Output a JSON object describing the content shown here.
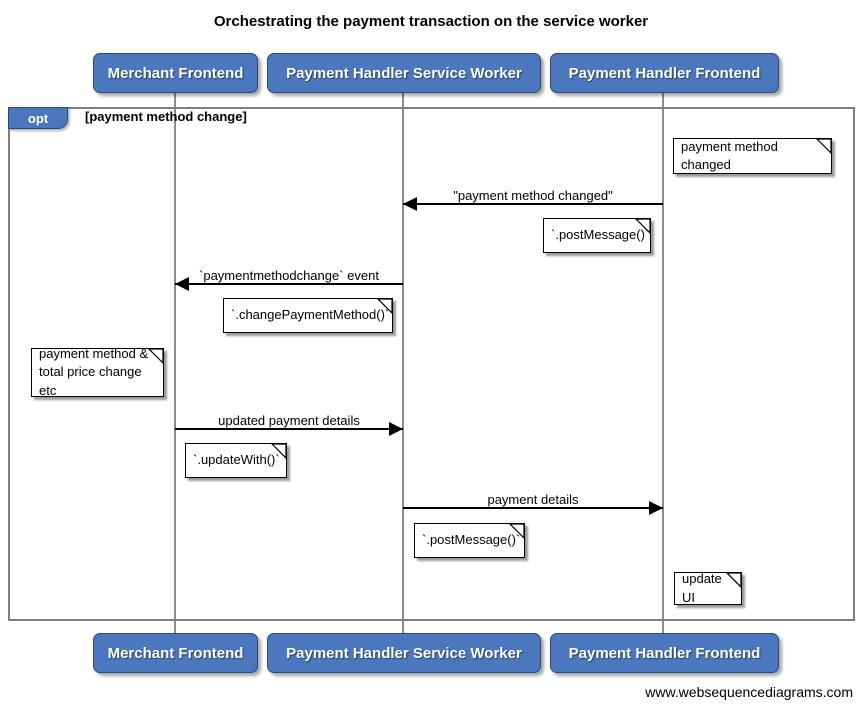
{
  "title": "Orchestrating the payment transaction on the service worker",
  "actors": [
    {
      "label": "Merchant Frontend"
    },
    {
      "label": "Payment Handler Service Worker"
    },
    {
      "label": "Payment Handler Frontend"
    }
  ],
  "fragment": {
    "operator": "opt",
    "condition": "[payment method change]"
  },
  "messages": [
    {
      "label": "\"payment method changed\"",
      "from": 2,
      "to": 1,
      "direction": "left"
    },
    {
      "label": "`paymentmethodchange` event",
      "from": 1,
      "to": 0,
      "direction": "left"
    },
    {
      "label": "updated payment details",
      "from": 0,
      "to": 1,
      "direction": "right"
    },
    {
      "label": "payment details",
      "from": 1,
      "to": 2,
      "direction": "right"
    }
  ],
  "notes": [
    {
      "text": "payment method changed"
    },
    {
      "text": "`.postMessage()`"
    },
    {
      "text": "`.changePaymentMethod()`"
    },
    {
      "text": "payment method &\ntotal price change etc"
    },
    {
      "text": "`.updateWith()`"
    },
    {
      "text": "`.postMessage()`"
    },
    {
      "text": "update UI"
    }
  ],
  "watermark": "www.websequencediagrams.com",
  "colors": {
    "actor_fill": "#4b77be",
    "actor_border": "#2c4a77",
    "frame_border": "#808080",
    "lifeline": "#8c8c8c",
    "note_fill": "#ffffff",
    "arrow": "#000000",
    "background": "#ffffff"
  }
}
